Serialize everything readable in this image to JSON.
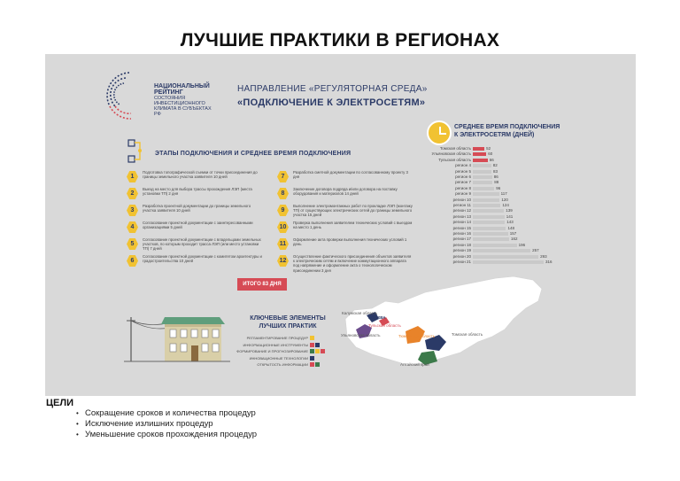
{
  "page": {
    "title": "ЛУЧШИЕ ПРАКТИКИ В РЕГИОНАХ"
  },
  "logo": {
    "line1": "НАЦИОНАЛЬНЫЙ",
    "line2": "РЕЙТИНГ",
    "line3": "СОСТОЯНИЯ ИНВЕСТИЦИОННОГО КЛИМАТА В СУБЪЕКТАХ РФ"
  },
  "header": {
    "direction": "НАПРАВЛЕНИЕ «РЕГУЛЯТОРНАЯ СРЕДА»",
    "subtitle": "«ПОДКЛЮЧЕНИЕ К ЭЛЕКТРОСЕТЯМ»"
  },
  "stages": {
    "title": "ЭТАПЫ ПОДКЛЮЧЕНИЯ И СРЕДНЕЕ ВРЕМЯ ПОДКЛЮЧЕНИЯ",
    "items": [
      {
        "num": "1",
        "text": "Подготовка топографической съемки от точки присоединения до границы земельного участка заявителя 10 дней"
      },
      {
        "num": "2",
        "text": "Выезд на место для выбора трассы прохождения ЛЭП (места установки ТП) 2 дня"
      },
      {
        "num": "3",
        "text": "Разработка проектной документации до границы земельного участка заявителя 10 дней"
      },
      {
        "num": "4",
        "text": "Согласование проектной документации с заинтересованными организациями 5 дней"
      },
      {
        "num": "5",
        "text": "Согласование проектной документации с владельцами земельных участков, по которым проходит трасса ЛЭП (или место установки ТП) 7 дней"
      },
      {
        "num": "6",
        "text": "Согласование проектной документации с комитетом архитектуры и градостроительства 10 дней"
      },
      {
        "num": "7",
        "text": "Разработка сметной документации по согласованному проекту 3 дня"
      },
      {
        "num": "8",
        "text": "Заключение договора подряда и/или договора на поставку оборудования и материалов 14 дней"
      },
      {
        "num": "9",
        "text": "Выполнение электромонтажных работ по прокладке ЛЭП (монтажу ТП) от существующих электрических сетей до границы земельного участка 15 дней"
      },
      {
        "num": "10",
        "text": "Проверка выполнения заявителем технических условий с выездом на место 1 день"
      },
      {
        "num": "11",
        "text": "Оформление акта проверки выполнения технических условий 1 день"
      },
      {
        "num": "12",
        "text": "Осуществление фактического присоединения объектов заявителя к электрическим сетям и включение коммутационного аппарата под напряжение и оформление акта о технологическом присоединении 3 дня"
      }
    ],
    "total": "ИТОГО 83 ДНЯ"
  },
  "chart_data": {
    "type": "bar",
    "title": "СРЕДНЕЕ ВРЕМЯ ПОДКЛЮЧЕНИЯ К ЭЛЕКТРОСЕТЯМ (ДНЕЙ)",
    "categories": [
      "Томская область",
      "Ульяновская область",
      "Тульская область",
      "регион 4",
      "регион 5",
      "регион 6",
      "регион 7",
      "регион 8",
      "регион 9",
      "регион 10",
      "регион 11",
      "регион 12",
      "регион 13",
      "регион 14",
      "регион 15",
      "регион 16",
      "регион 17",
      "регион 18",
      "регион 19",
      "регион 20",
      "регион 21"
    ],
    "values": [
      52,
      60,
      66,
      82,
      83,
      86,
      88,
      96,
      117,
      120,
      124,
      139,
      141,
      143,
      148,
      157,
      162,
      196,
      257,
      293,
      316
    ],
    "highlight": [
      0,
      1,
      2
    ]
  },
  "key_elements": {
    "title_line1": "КЛЮЧЕВЫЕ ЭЛЕМЕНТЫ",
    "title_line2": "ЛУЧШИХ ПРАКТИК",
    "items": [
      "РЕГЛАМЕНТИРОВАНИЕ ПРОЦЕДУР",
      "ИНФОРМАЦИОННЫЕ ИНСТРУМЕНТЫ",
      "ФОРМИРОВАНИЕ И ПРОГНОЗИРОВАНИЕ",
      "ИННОВАЦИОННЫЕ ТЕХНОЛОГИИ",
      "ОТКРЫТОСТЬ ИНФОРМАЦИИ"
    ]
  },
  "map": {
    "labels": [
      "Калужская область",
      "МОСКВА",
      "Тульская область",
      "Ульяновская область",
      "Тюменская область",
      "Томская область",
      "Алтайский край"
    ]
  },
  "goals": {
    "title": "ЦЕЛИ",
    "items": [
      "Сокращение сроков и количества процедур",
      "Исключение излишних процедур",
      "Уменьшение сроков прохождения процедур"
    ]
  },
  "colors": {
    "accent_red": "#d64b55",
    "accent_yellow": "#f1c232",
    "navy": "#2b3a67",
    "panel_bg": "#d9d9d9"
  }
}
